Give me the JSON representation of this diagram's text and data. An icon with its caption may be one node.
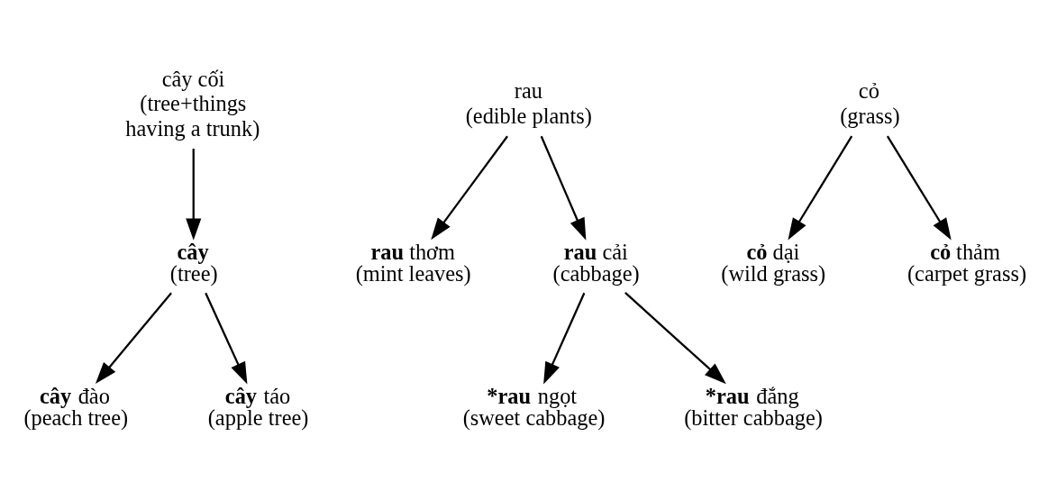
{
  "diagram": {
    "nodes": [
      {
        "text": [
          "cây cối",
          "(tree+things having a trunk)"
        ]
      },
      {
        "text": [
          "**cây**",
          "(tree)"
        ]
      },
      {
        "text": [
          "**cây** đào",
          "(peach tree)"
        ]
      },
      {
        "text": [
          "**cây** táo",
          "(apple tree)"
        ]
      },
      {
        "text": [
          "rau",
          "(edible plants)"
        ]
      },
      {
        "text": [
          "**rau** thơm",
          "(mint leaves)"
        ]
      },
      {
        "text": [
          "**rau** cải",
          "(cabbage)"
        ]
      },
      {
        "text": [
          "***rau** ngọt",
          "(sweet cabbage)"
        ]
      },
      {
        "text": [
          "***rau** đắng",
          "(bitter cabbage)"
        ]
      },
      {
        "text": [
          "cỏ",
          "(grass)"
        ]
      },
      {
        "text": [
          "**cỏ** dại",
          "(wild grass)"
        ]
      },
      {
        "text": [
          "**cỏ** thảm",
          "(carpet grass)"
        ]
      }
    ],
    "edges": [
      {
        "from": 0,
        "to": 1,
        "arrow": "to"
      },
      {
        "from": 1,
        "to": 2,
        "arrow": "to"
      },
      {
        "from": 1,
        "to": 3,
        "arrow": "to"
      },
      {
        "from": 4,
        "to": 5,
        "arrow": "to"
      },
      {
        "from": 4,
        "to": 6,
        "arrow": "to"
      },
      {
        "from": 6,
        "to": 7,
        "arrow": "to"
      },
      {
        "from": 6,
        "to": 8,
        "arrow": "to"
      },
      {
        "from": 9,
        "to": 10,
        "arrow": "to"
      },
      {
        "from": 9,
        "to": 11,
        "arrow": "to"
      }
    ]
  }
}
